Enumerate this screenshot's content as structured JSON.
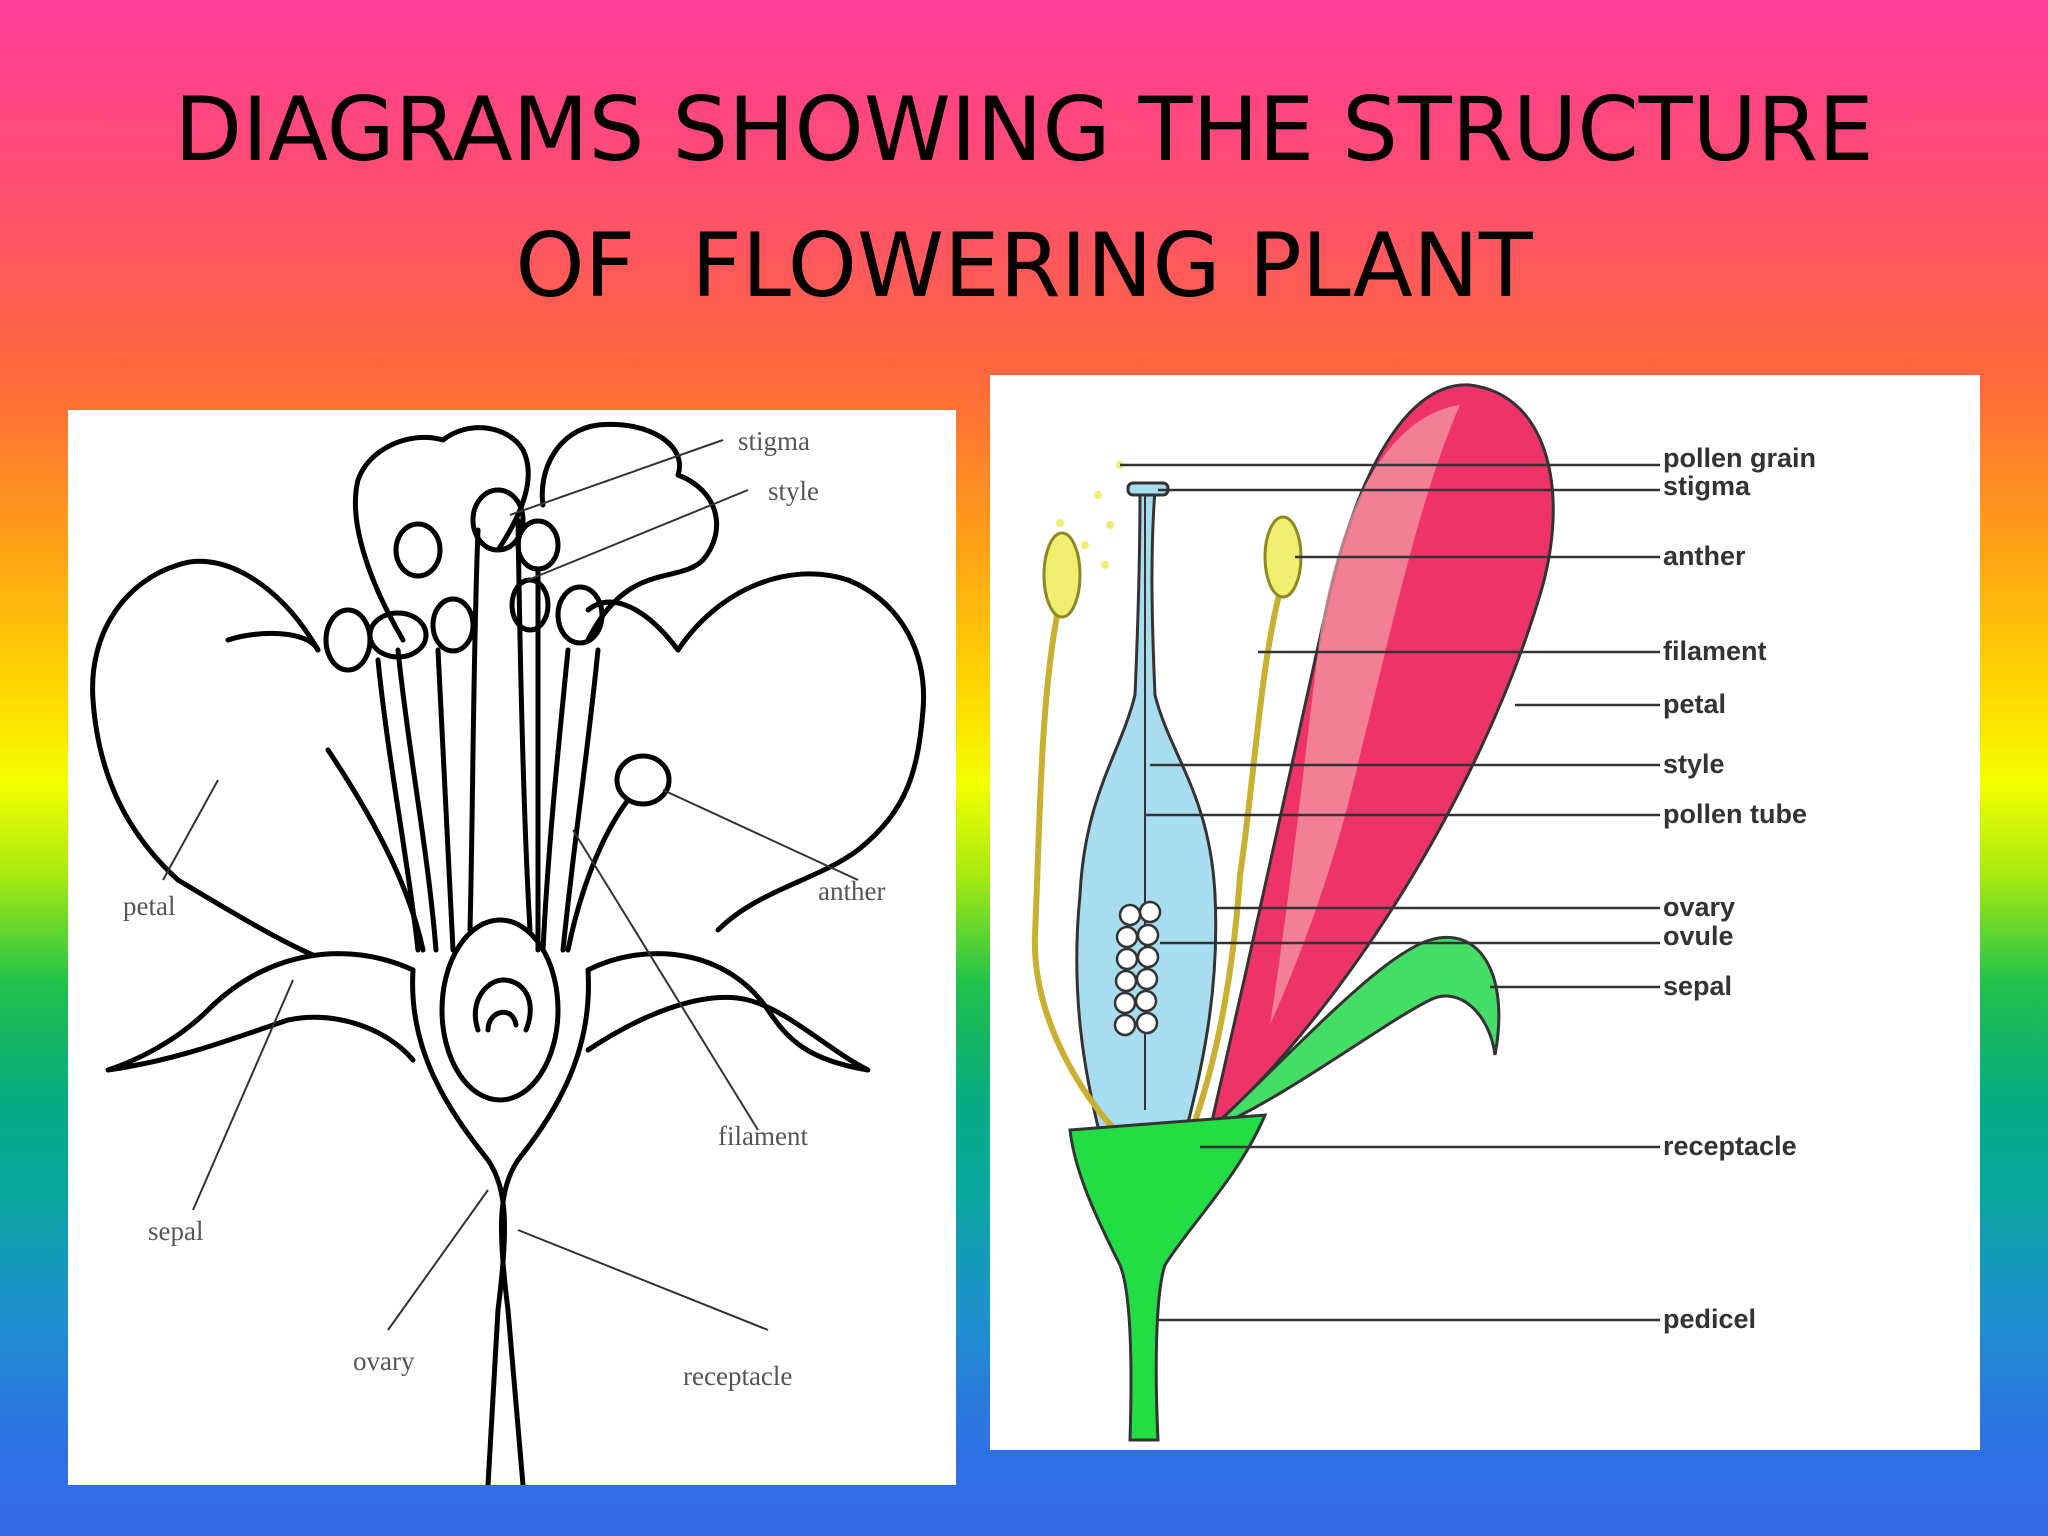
{
  "title": {
    "line1": "DIAGRAMS SHOWING THE STRUCTURE",
    "line2": "OF  FLOWERING PLANT"
  },
  "left_diagram": {
    "labels": {
      "stigma": "stigma",
      "style": "style",
      "petal": "petal",
      "anther": "anther",
      "filament": "filament",
      "sepal": "sepal",
      "ovary": "ovary",
      "receptacle": "receptacle"
    }
  },
  "right_diagram": {
    "labels": {
      "pollen_grain": "pollen grain",
      "stigma": "stigma",
      "anther": "anther",
      "filament": "filament",
      "petal": "petal",
      "style": "style",
      "pollen_tube": "pollen tube",
      "ovary": "ovary",
      "ovule": "ovule",
      "sepal": "sepal",
      "receptacle": "receptacle",
      "pedicel": "pedicel"
    },
    "colors": {
      "petal": "#ee3366",
      "pistil": "#a8dcef",
      "anther": "#f0ee70",
      "receptacle": "#22dd44",
      "sepal": "#44dd66"
    }
  }
}
